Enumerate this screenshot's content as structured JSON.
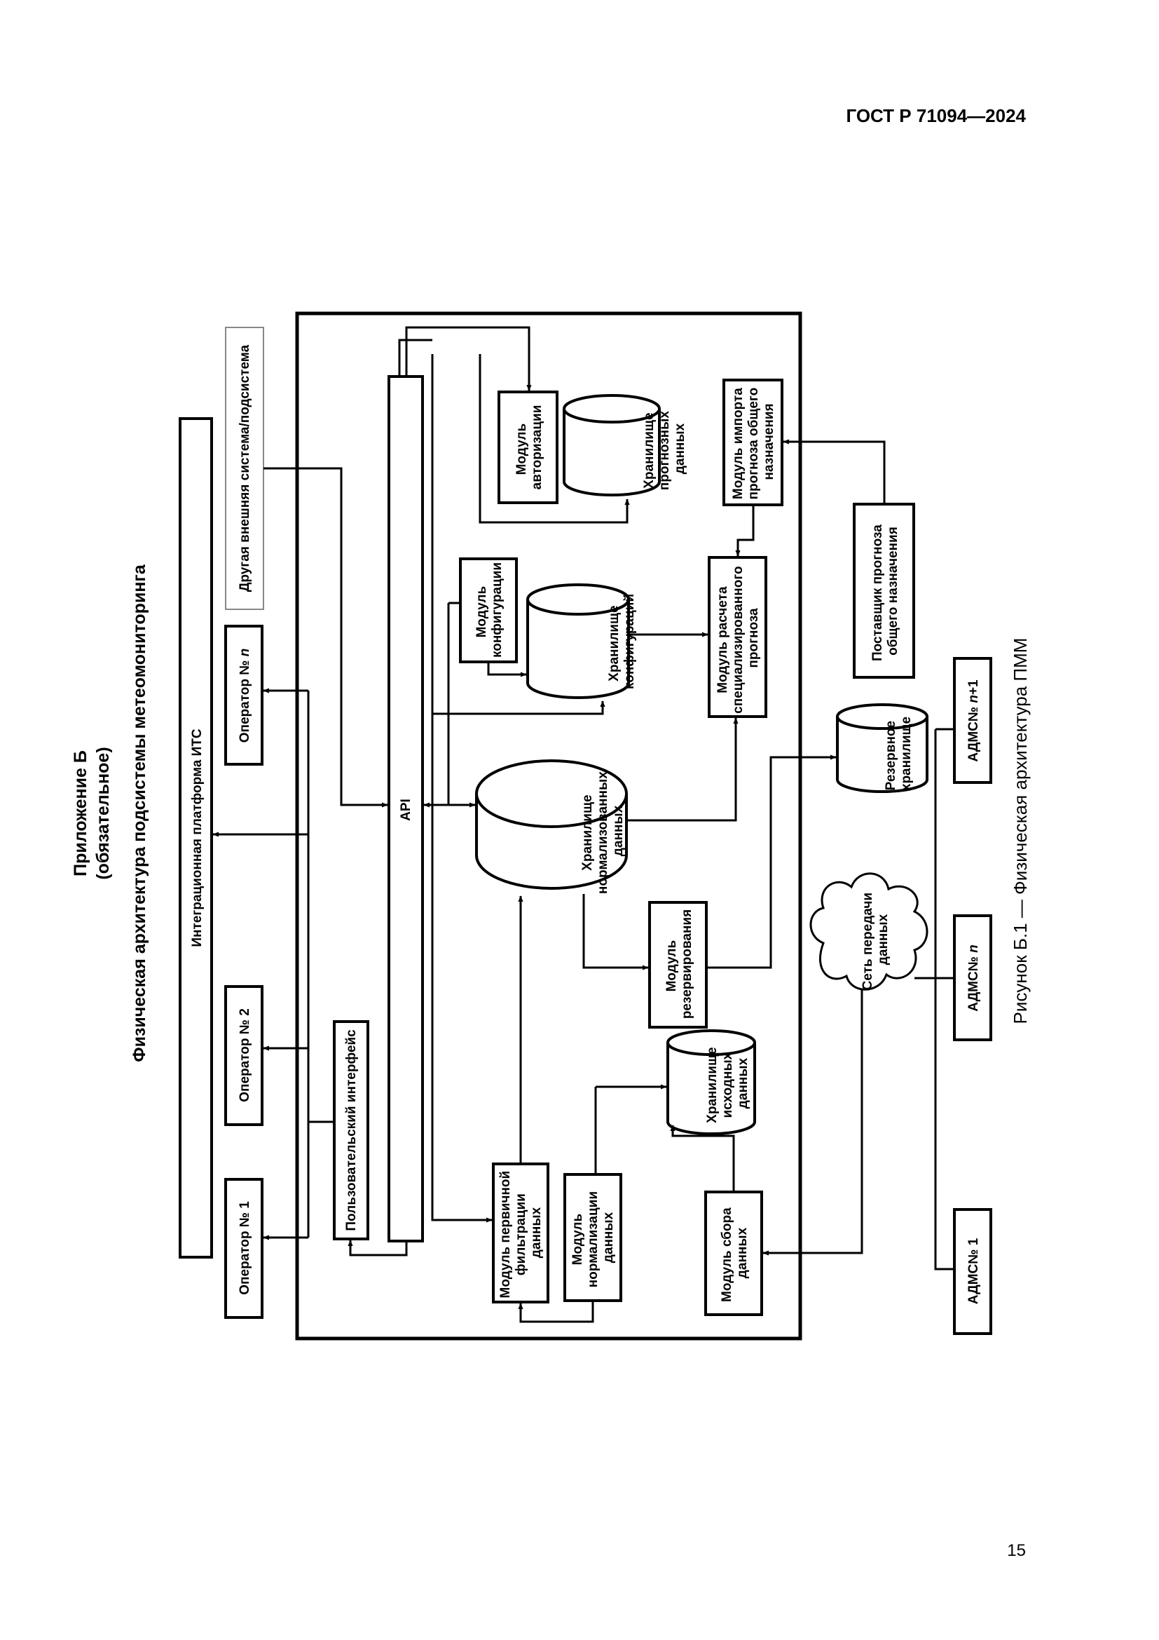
{
  "header": {
    "standard": "ГОСТ Р 71094—2024"
  },
  "appendix": {
    "title": "Приложение Б",
    "status": "(обязательное)",
    "heading": "Физическая архитектура подсистемы метеомониторинга"
  },
  "diagram": {
    "integration_platform": "Интеграционная платформа ИТС",
    "external_system": "Другая внешняя система/подсистема",
    "operator_1": "Оператор № 1",
    "operator_2": "Оператор № 2",
    "operator_n_prefix": "Оператор № ",
    "n": "n",
    "user_interface": "Пользовательский интерфейс",
    "api": "API",
    "module_authorization": [
      "Модуль",
      "авторизации"
    ],
    "storage_forecast": [
      "Хранилище",
      "прогнозных",
      "данных"
    ],
    "module_import": [
      "Модуль импорта",
      "прогноза общего",
      "назначения"
    ],
    "module_configuration": [
      "Модуль",
      "конфигурации"
    ],
    "storage_configuration": [
      "Хранилище",
      "конфигураций"
    ],
    "module_calc": [
      "Модуль расчета",
      "специализированного",
      "прогноза"
    ],
    "provider": [
      "Поставщик прогноза",
      "общего назначения"
    ],
    "storage_normalized": [
      "Хранилище",
      "нормализованных",
      "данных"
    ],
    "storage_reserve": [
      "Резервное",
      "хранилище"
    ],
    "module_backup": [
      "Модуль",
      "резервирования"
    ],
    "storage_raw": [
      "Хранилище",
      "исходных",
      "данных"
    ],
    "module_filter": [
      "Модуль первичной",
      "фильтрации",
      "данных"
    ],
    "module_normalize": [
      "Модуль",
      "нормализации",
      "данных"
    ],
    "module_collect": [
      "Модуль сбора",
      "данных"
    ],
    "network": [
      "Сеть передачи",
      "данных"
    ],
    "adms_1": "АДМС№ 1",
    "adms_n_prefix": "АДМС№ ",
    "adms_n1_prefix": "АДМС№ ",
    "adms_n1_suffix": "+1"
  },
  "caption": "Рисунок Б.1 — Физическая архитектура ПММ",
  "page_number": "15"
}
